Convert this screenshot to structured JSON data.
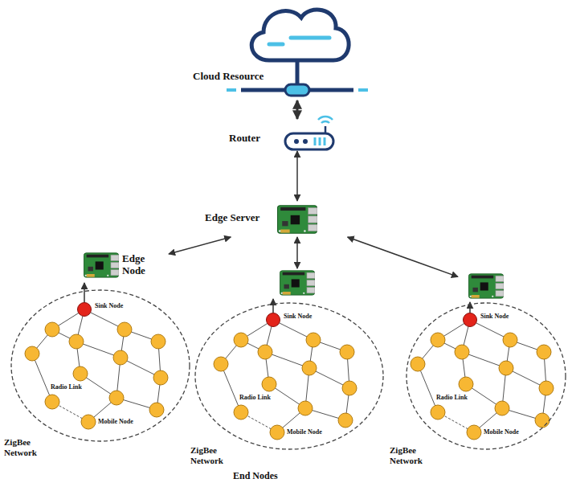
{
  "diagram": {
    "nodes": [
      {
        "text": [
          "Cloud Resource"
        ]
      },
      {
        "text": [
          "Router"
        ]
      },
      {
        "text": [
          "Edge Server"
        ]
      },
      {
        "text": [
          "Edge Node"
        ]
      },
      {
        "text": []
      },
      {
        "text": []
      },
      {
        "text": [
          "ZigBee Network"
        ]
      },
      {
        "text": [
          "Sink Node"
        ],
        "in": 6
      },
      {
        "text": [
          "ZigBee Network"
        ]
      },
      {
        "text": [
          "Sink Node"
        ],
        "in": 8
      },
      {
        "text": [
          "ZigBee Network"
        ]
      },
      {
        "text": [
          "Sink Node"
        ],
        "in": 10
      }
    ],
    "edges": [
      {
        "from": 0,
        "to": 1,
        "arrow": "both"
      },
      {
        "from": 1,
        "to": 2,
        "arrow": "both"
      },
      {
        "from": 2,
        "to": 3,
        "arrow": "both"
      },
      {
        "from": 2,
        "to": 4,
        "arrow": "both"
      },
      {
        "from": 2,
        "to": 5,
        "arrow": "both"
      },
      {
        "from": 7,
        "to": 3,
        "arrow": "to"
      },
      {
        "from": 9,
        "to": 4,
        "arrow": "to"
      },
      {
        "from": 11,
        "to": 5,
        "arrow": "to"
      }
    ],
    "labels": [
      "Radio Link",
      "Mobile Node",
      "Radio Link",
      "Mobile Node",
      "End Nodes",
      "Radio Link",
      "Mobile Node"
    ]
  }
}
